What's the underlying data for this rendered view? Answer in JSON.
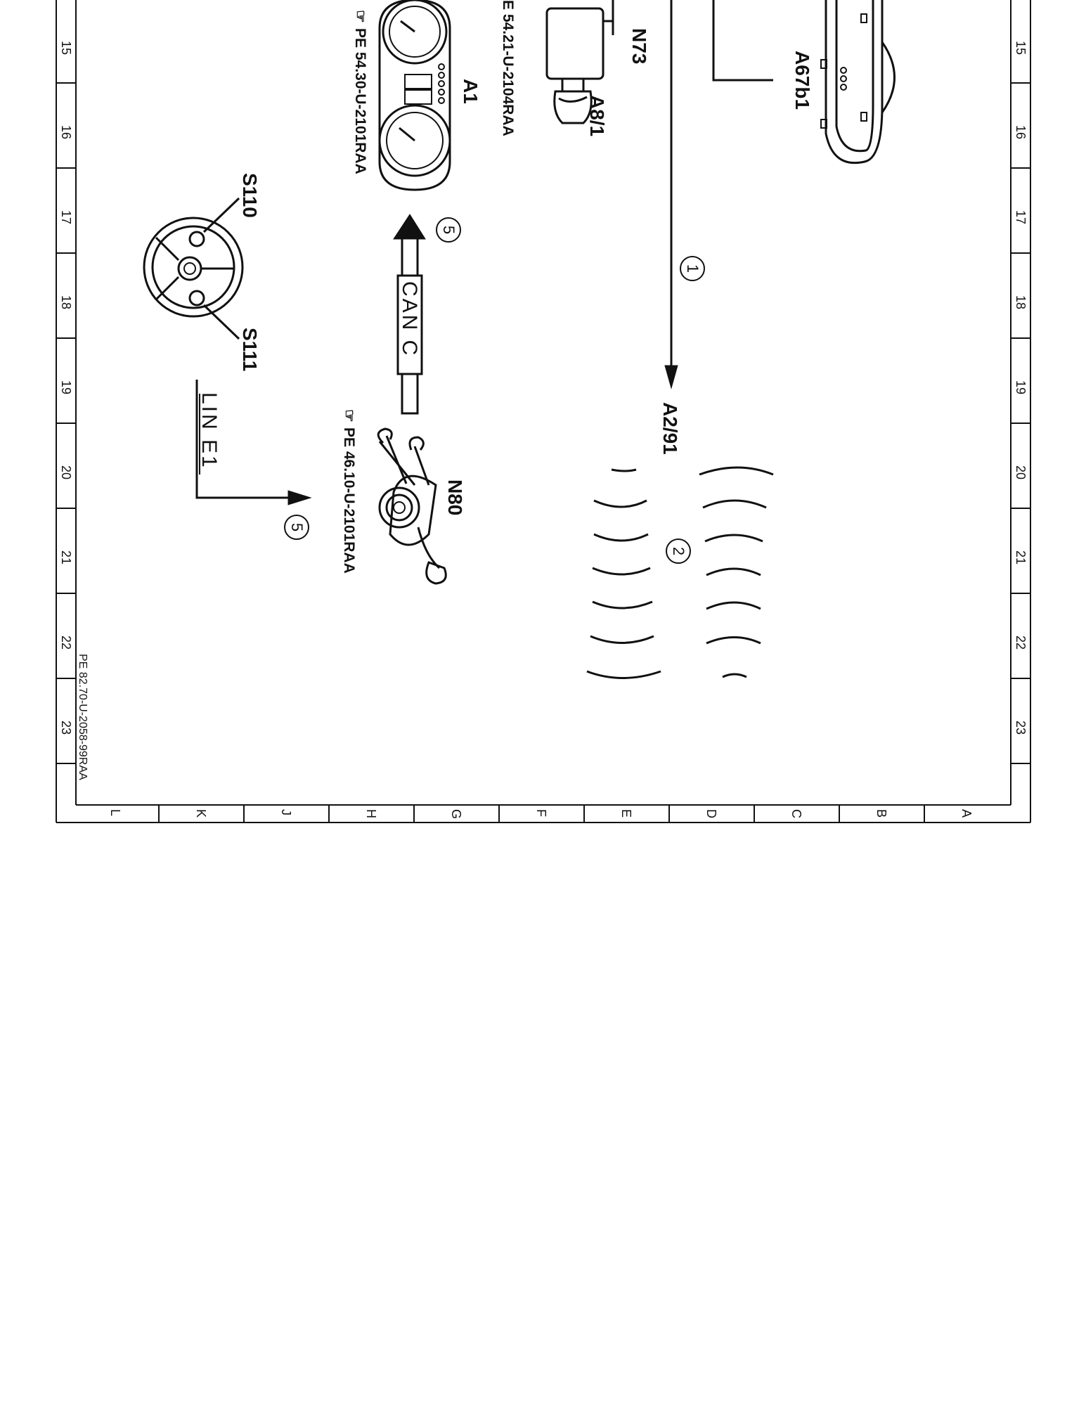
{
  "grid": {
    "columns": [
      "15",
      "16",
      "17",
      "18",
      "19",
      "20",
      "21",
      "22",
      "23"
    ],
    "rows": [
      "L",
      "K",
      "J",
      "H",
      "G",
      "F",
      "E",
      "D",
      "C",
      "B",
      "A"
    ]
  },
  "components": {
    "rear_mirror": "A67b1",
    "nav_module": "N73",
    "ignition_switch": "A8/1",
    "instrument_cluster": "A1",
    "steering_wheel_left_button": "S110",
    "steering_wheel_right_button": "S111",
    "steering_column_module": "N80",
    "radar_sensor": "A2/91"
  },
  "references": {
    "nav_module_ref": "E 54.21-U-2104RAA",
    "cluster_ref": "PE 54.30-U-2101RAA",
    "column_module_ref": "PE 46.10-U-2101RAA"
  },
  "buses": {
    "can": "CAN C",
    "lin": "LIN E1"
  },
  "callouts": {
    "signal_line": "1",
    "radar_waves": "2",
    "can_target": "5",
    "lin_target": "5"
  },
  "document_id": "PE 82.70-U-2058-99RAA"
}
